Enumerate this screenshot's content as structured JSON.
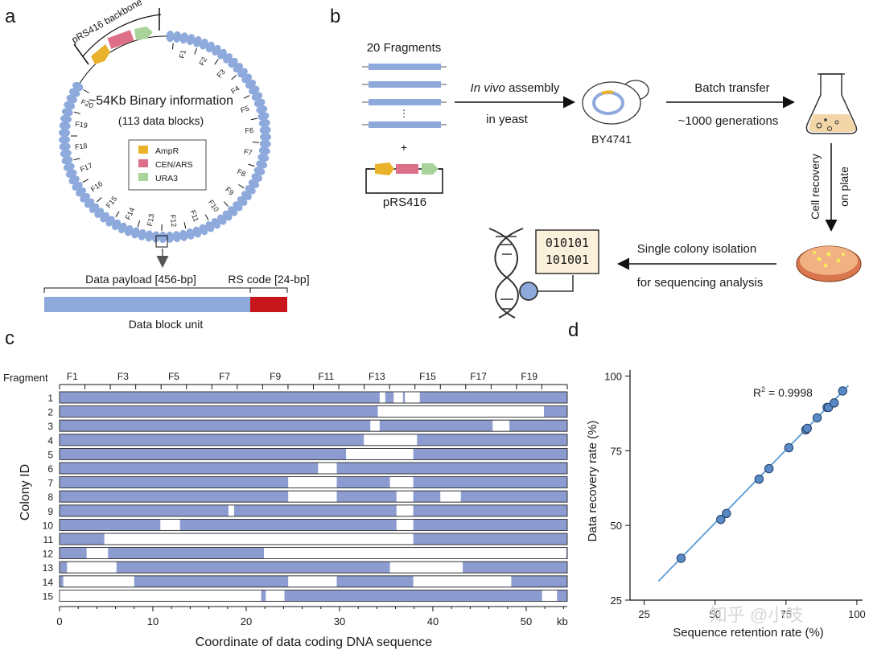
{
  "panels": {
    "a": "a",
    "b": "b",
    "c": "c",
    "d": "d"
  },
  "panel_a": {
    "backbone_label": "pRS416 backbone",
    "center_title": "~54Kb Binary information",
    "center_sub": "(113 data blocks)",
    "legend": [
      {
        "label": "AmpR",
        "color": "#e9b22a"
      },
      {
        "label": "CEN/ARS",
        "color": "#de6f88"
      },
      {
        "label": "URA3",
        "color": "#a8d39a"
      }
    ],
    "fragment_labels": [
      "F1",
      "F2",
      "F3",
      "F4",
      "F5",
      "F6",
      "F7",
      "F8",
      "F9",
      "F10",
      "F11",
      "F12",
      "F13",
      "F14",
      "F15",
      "F16",
      "F17",
      "F18",
      "F19",
      "F20"
    ],
    "payload_label": "Data payload [456-bp]",
    "rs_label": "RS code [24-bp]",
    "unit_label": "Data block unit",
    "block_color": "#8ea9db",
    "rs_color": "#c8161d"
  },
  "panel_b": {
    "fragments_title": "20 Fragments",
    "plus": "+",
    "plasmid_label": "pRS416",
    "assembly_italic": "In vivo",
    "assembly_rest": " assembly",
    "assembly_line2": "in yeast",
    "strain": "BY4741",
    "batch": "Batch transfer",
    "generations": "~1000 generations",
    "recovery1": "Cell recovery",
    "recovery2": "on plate",
    "isolation": "Single colony isolation",
    "sequencing": "for sequencing analysis",
    "binary1": "010101",
    "binary2": "101001"
  },
  "panel_c": {
    "fragment_header": "Fragment",
    "fragment_ticks": [
      "F1",
      "F3",
      "F5",
      "F7",
      "F9",
      "F11",
      "F13",
      "F15",
      "F17",
      "F19"
    ],
    "ylabel": "Colony ID",
    "xlabel": "Coordinate of data coding DNA sequence",
    "x_ticks": [
      "0",
      "10",
      "20",
      "30",
      "40",
      "50"
    ],
    "x_unit": "kb",
    "colonies": [
      "1",
      "2",
      "3",
      "4",
      "5",
      "6",
      "7",
      "8",
      "9",
      "10",
      "11",
      "12",
      "13",
      "14",
      "15"
    ],
    "gaps_kb": [
      [
        [
          34.3,
          34.9
        ],
        [
          35.8,
          36.8
        ],
        [
          37.0,
          38.6
        ]
      ],
      [
        [
          34.1,
          51.9
        ]
      ],
      [
        [
          33.3,
          34.3
        ],
        [
          46.4,
          48.2
        ]
      ],
      [
        [
          32.6,
          38.3
        ]
      ],
      [
        [
          30.7,
          37.9
        ]
      ],
      [
        [
          27.7,
          29.7
        ]
      ],
      [
        [
          24.5,
          29.7
        ],
        [
          35.4,
          37.9
        ]
      ],
      [
        [
          24.5,
          29.7
        ],
        [
          36.1,
          37.9
        ],
        [
          40.8,
          43.0
        ]
      ],
      [
        [
          18.1,
          18.7
        ],
        [
          36.1,
          37.9
        ]
      ],
      [
        [
          10.8,
          12.9
        ],
        [
          36.1,
          37.9
        ]
      ],
      [
        [
          4.8,
          37.9
        ]
      ],
      [
        [
          2.9,
          5.2
        ],
        [
          21.9,
          54.3
        ]
      ],
      [
        [
          0.8,
          6.1
        ],
        [
          35.4,
          43.2
        ]
      ],
      [
        [
          0.4,
          8.0
        ],
        [
          24.5,
          29.7
        ],
        [
          37.9,
          48.4
        ]
      ],
      [
        [
          0,
          21.6
        ],
        [
          22.1,
          24.1
        ],
        [
          51.7,
          53.3
        ]
      ]
    ],
    "filled_color": "#8c9cd0"
  },
  "panel_d": {
    "ylabel": "Data recovery rate (%)",
    "xlabel": "Sequence retention rate (%)",
    "r2_label": "R",
    "r2_sup": "2",
    "r2_value": " = 0.9998",
    "x_ticks": [
      "25",
      "50",
      "75",
      "100"
    ],
    "y_ticks": [
      "25",
      "50",
      "75",
      "100"
    ],
    "watermark": "知乎 @小吱"
  },
  "chart_data": {
    "type": "scatter",
    "title": "",
    "xlabel": "Sequence retention rate (%)",
    "ylabel": "Data recovery rate (%)",
    "xlim": [
      20,
      102
    ],
    "ylim": [
      25,
      102
    ],
    "annotation": "R2 = 0.9998",
    "grid": false,
    "x": [
      38,
      52,
      54,
      65.5,
      69,
      76,
      82,
      82.5,
      86,
      89.5,
      90,
      92,
      95
    ],
    "y": [
      39,
      52,
      54,
      65.5,
      69,
      76,
      82,
      82.5,
      86,
      89.5,
      89.5,
      91,
      95
    ],
    "fit_line": {
      "x": [
        30,
        97
      ],
      "y": [
        31.3,
        96.8
      ]
    },
    "point_color": "#5a8ac6",
    "line_color": "#5a9bd5"
  }
}
